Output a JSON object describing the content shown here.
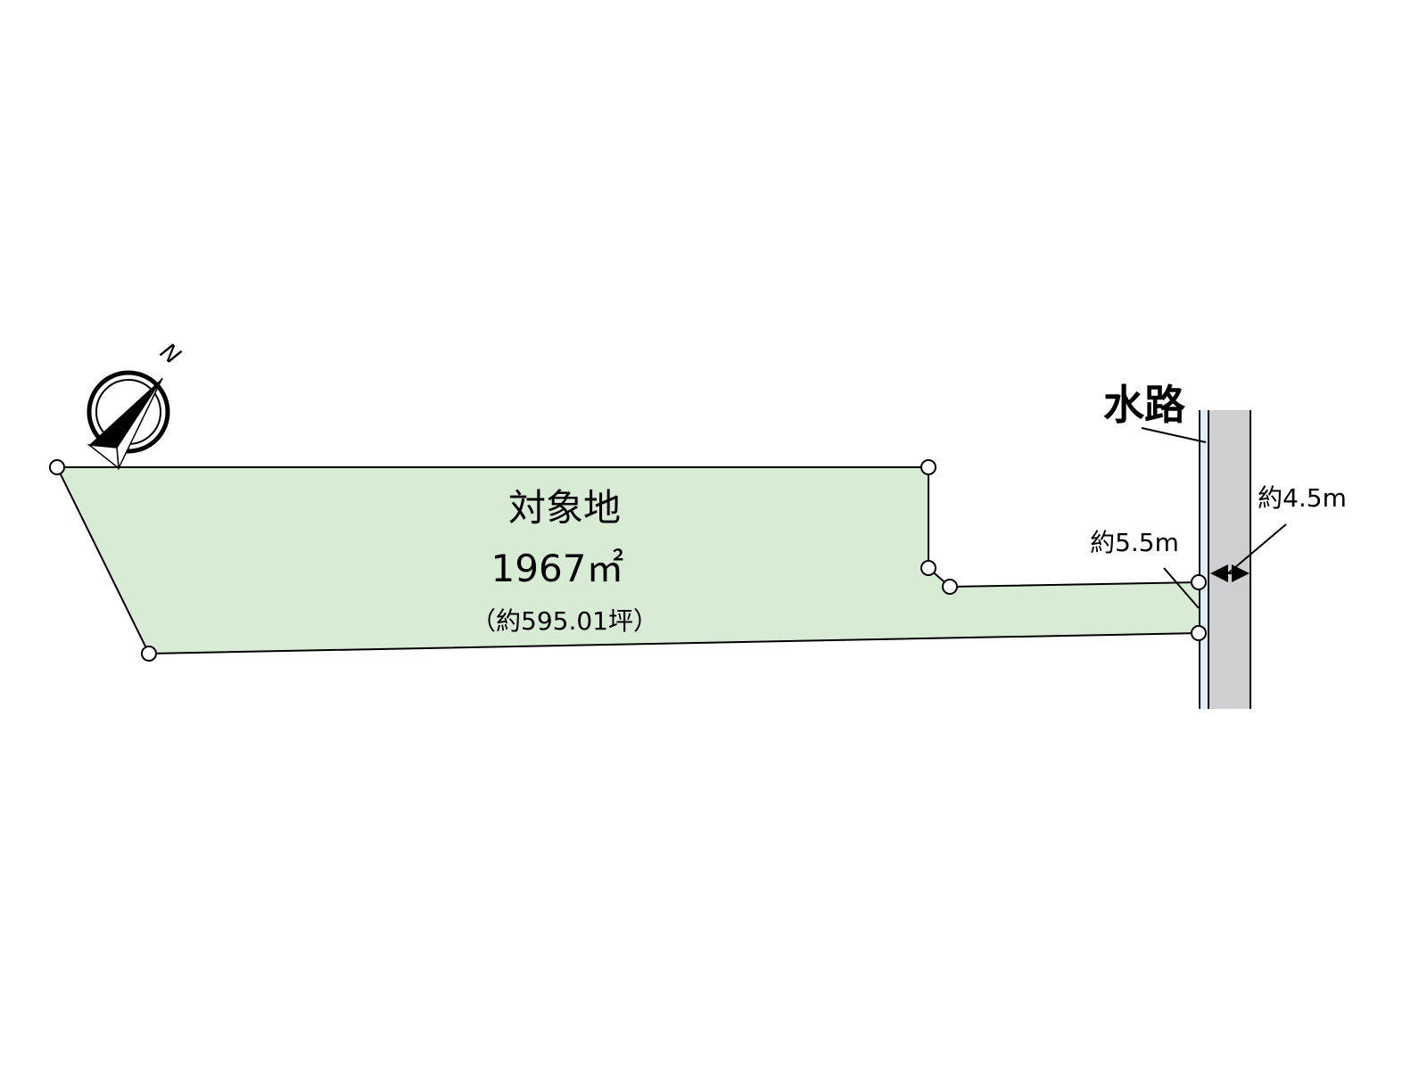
{
  "plot": {
    "label": "対象地",
    "area_sqm": "1967㎡",
    "area_tsubo": "（約595.01坪）"
  },
  "waterway": {
    "label": "水路"
  },
  "dimensions": {
    "frontage": "約5.5m",
    "road_width": "約4.5m"
  },
  "compass": {
    "label": "N"
  },
  "colors": {
    "plot_fill": "#d8ebd5",
    "waterway_fill": "#ddeefa",
    "road_fill": "#cfcfd1"
  }
}
